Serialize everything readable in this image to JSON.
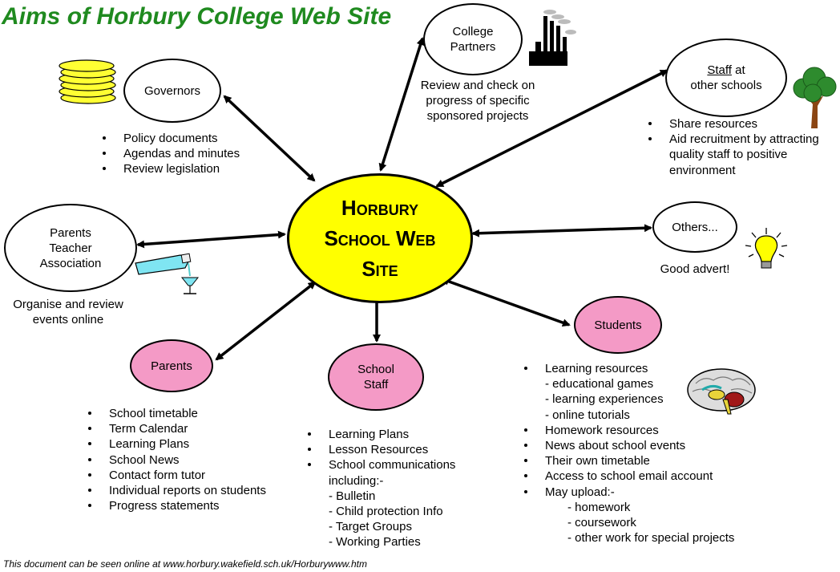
{
  "title": "Aims of Horbury College Web Site",
  "center": {
    "line1": "Horbury",
    "line2": "School Web",
    "line3": "Site"
  },
  "nodes": {
    "governors": "Governors",
    "college_partners": {
      "line1": "College",
      "line2": "Partners"
    },
    "staff_other": {
      "line1_underlined": "Staff",
      "line1_rest": " at",
      "line2": "other schools"
    },
    "pta": {
      "line1": "Parents",
      "line2": "Teacher",
      "line3": "Association"
    },
    "others": "Others...",
    "students": "Students",
    "parents": "Parents",
    "school_staff": {
      "line1": "School",
      "line2": "Staff"
    }
  },
  "notes": {
    "college_partners": [
      "Review and check on",
      "progress of specific",
      "sponsored projects"
    ],
    "pta": [
      "Organise and review",
      "events online"
    ],
    "others": "Good advert!"
  },
  "lists": {
    "governors": [
      "Policy documents",
      "Agendas and minutes",
      "Review legislation"
    ],
    "staff_other": [
      "Share resources",
      "Aid recruitment by attracting",
      "quality staff to positive",
      "environment"
    ],
    "parents": [
      "School timetable",
      "Term Calendar",
      "Learning Plans",
      "School News",
      "Contact form tutor",
      "Individual reports on students",
      "Progress statements"
    ],
    "school_staff": [
      "Learning Plans",
      "Lesson Resources",
      "School communications",
      "including:-",
      "- Bulletin",
      "- Child protection Info",
      "- Target Groups",
      "- Working Parties"
    ],
    "students": [
      "Learning resources",
      "- educational games",
      "- learning experiences",
      "- online tutorials",
      "Homework resources",
      "News about school events",
      "Their own timetable",
      "Access to school email account",
      "May upload:-",
      "- homework",
      "- coursework",
      "- other work for special projects"
    ]
  },
  "footer": "This document can be seen online at www.horbury.wakefield.sch.uk/Horburywww.htm",
  "colors": {
    "title": "#1f8a1f",
    "center_fill": "#ffff00",
    "pink_fill": "#f49ac6",
    "coins": "#ffff33",
    "tree_leaves": "#2e8b2e",
    "tree_trunk": "#8b4513",
    "bulb": "#ffff00"
  },
  "icons": [
    "coins-icon",
    "factory-icon",
    "tree-icon",
    "pouring-bottle-icon",
    "light-bulb-icon",
    "brain-icon"
  ]
}
